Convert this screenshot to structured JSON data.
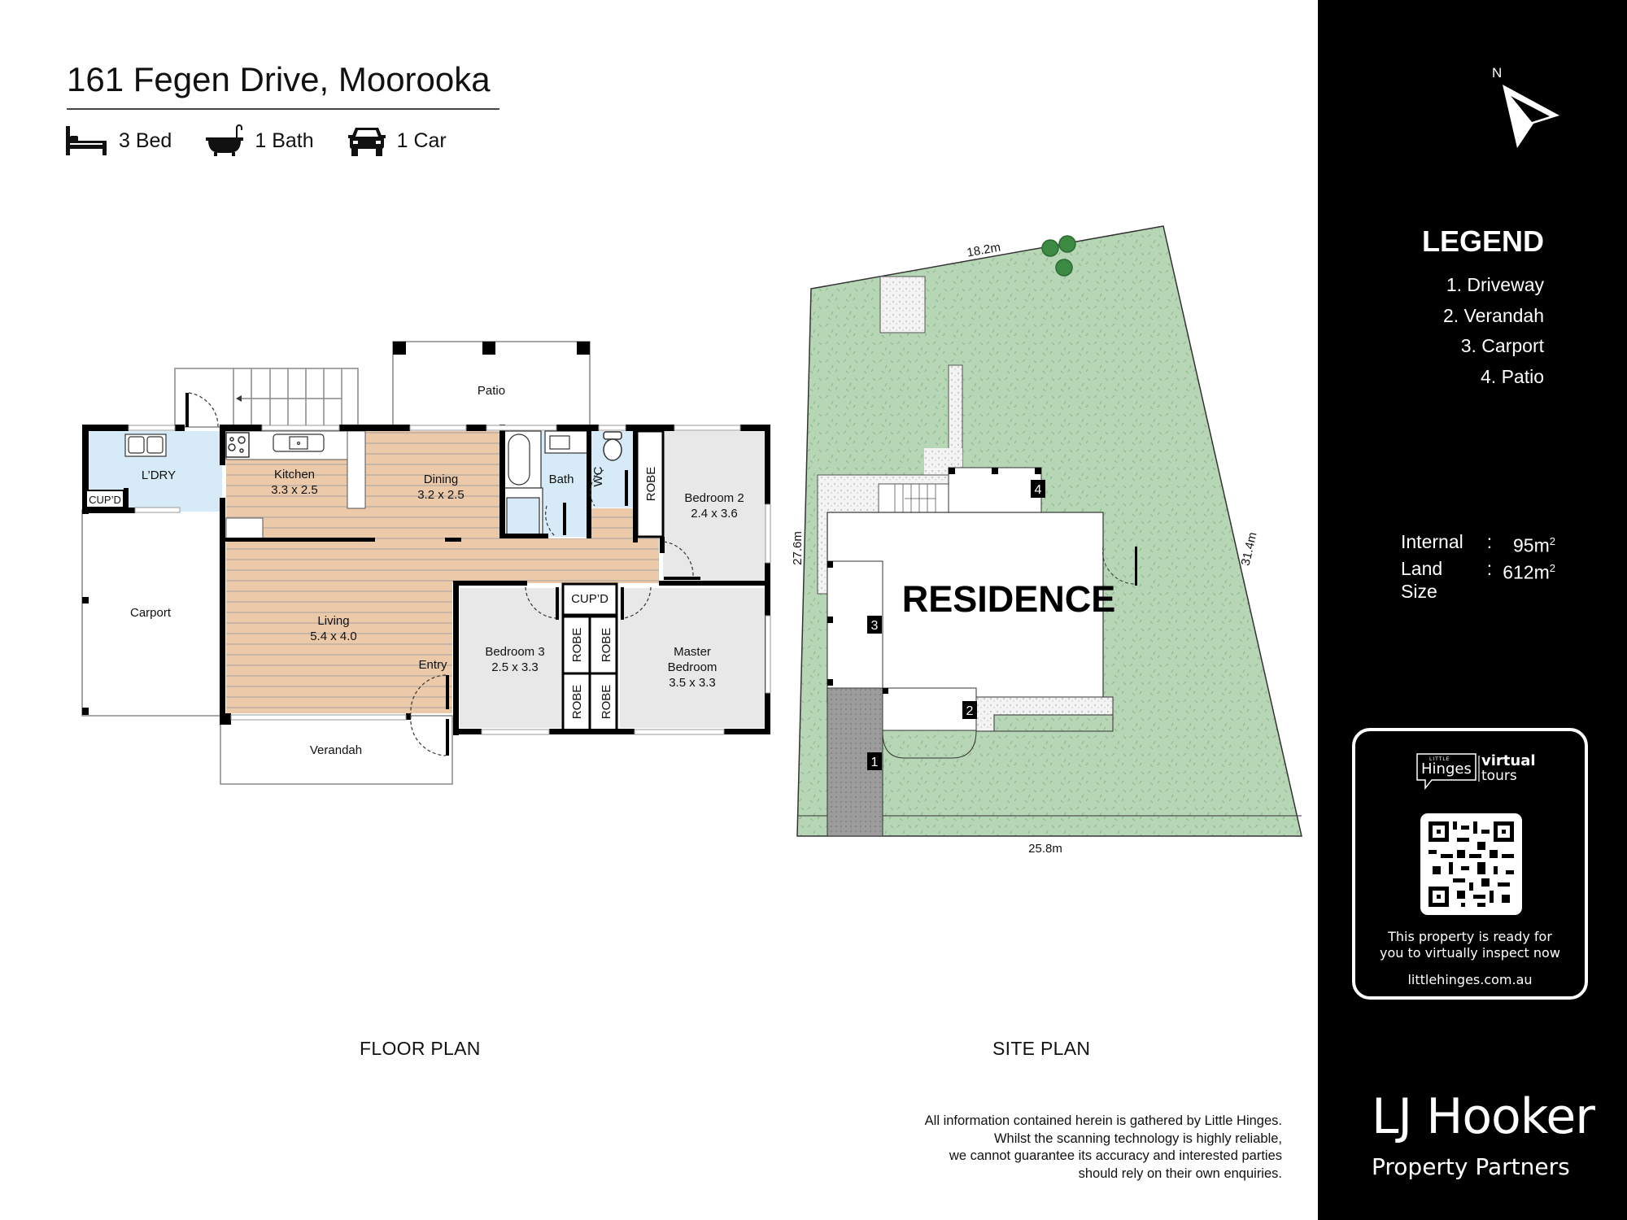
{
  "header": {
    "title": "161 Fegen Drive, Moorooka",
    "features": [
      {
        "icon": "bed-icon",
        "label": "3 Bed"
      },
      {
        "icon": "bathtub-icon",
        "label": "1 Bath"
      },
      {
        "icon": "car-icon",
        "label": "1 Car"
      }
    ]
  },
  "floor_plan": {
    "caption": "FLOOR PLAN",
    "rooms": {
      "laundry": {
        "name": "L’DRY"
      },
      "laundry_cupboard": {
        "name": "CUP’D"
      },
      "kitchen": {
        "name": "Kitchen",
        "size": "3.3 x 2.5"
      },
      "dining": {
        "name": "Dining",
        "size": "3.2 x 2.5"
      },
      "patio": {
        "name": "Patio"
      },
      "bath": {
        "name": "Bath"
      },
      "wc": {
        "name": "WC"
      },
      "bed2_robe": {
        "name": "ROBE"
      },
      "bedroom2": {
        "name": "Bedroom 2",
        "size": "2.4 x 3.6"
      },
      "carport": {
        "name": "Carport"
      },
      "living": {
        "name": "Living",
        "size": "5.4 x 4.0"
      },
      "entry": {
        "name": "Entry"
      },
      "verandah": {
        "name": "Verandah"
      },
      "hall_cupboard": {
        "name": "CUP’D"
      },
      "robes": [
        "ROBE",
        "ROBE",
        "ROBE",
        "ROBE"
      ],
      "bedroom3": {
        "name": "Bedroom 3",
        "size": "2.5 x 3.3"
      },
      "master": {
        "name_line1": "Master",
        "name_line2": "Bedroom",
        "size": "3.5 x 3.3"
      }
    },
    "colors": {
      "wood_floor": "#ecc9a9",
      "wet_area": "#d6ebf7",
      "carpet": "#e8e8e8",
      "wall": "#000000"
    }
  },
  "site_plan": {
    "caption": "SITE PLAN",
    "building_label": "RESIDENCE",
    "dimensions": {
      "top": "18.2m",
      "left": "27.6m",
      "right": "31.4m",
      "bottom": "25.8m"
    },
    "markers": [
      "1",
      "2",
      "3",
      "4"
    ],
    "colors": {
      "lawn": "#b7d6b5",
      "driveway": "#9c9c9c",
      "tree": "#3d8a45"
    }
  },
  "sidebar": {
    "north_label": "N",
    "legend_title": "LEGEND",
    "legend_items": [
      "1. Driveway",
      "2. Verandah",
      "3. Carport",
      "4. Patio"
    ],
    "areas": [
      {
        "label": "Internal",
        "colon": ":",
        "value": "95m",
        "unit_sup": "2"
      },
      {
        "label": "Land Size",
        "colon": ":",
        "value": "612m",
        "unit_sup": "2"
      }
    ],
    "virtual_tour": {
      "brand_small": "LITTLE",
      "brand": "Hinges",
      "virtual": "virtual",
      "tours": "tours",
      "text_line1": "This property is ready for",
      "text_line2": "you to virtually inspect now",
      "url": "littlehinges.com.au"
    },
    "agency": {
      "name": "LJ Hooker",
      "office": "Property Partners"
    }
  },
  "disclaimer": {
    "lines": [
      "All information contained herein is gathered by Little Hinges.",
      "Whilst the scanning technology is highly reliable,",
      "we cannot guarantee its accuracy and interested parties",
      "should rely on their own enquiries."
    ]
  }
}
